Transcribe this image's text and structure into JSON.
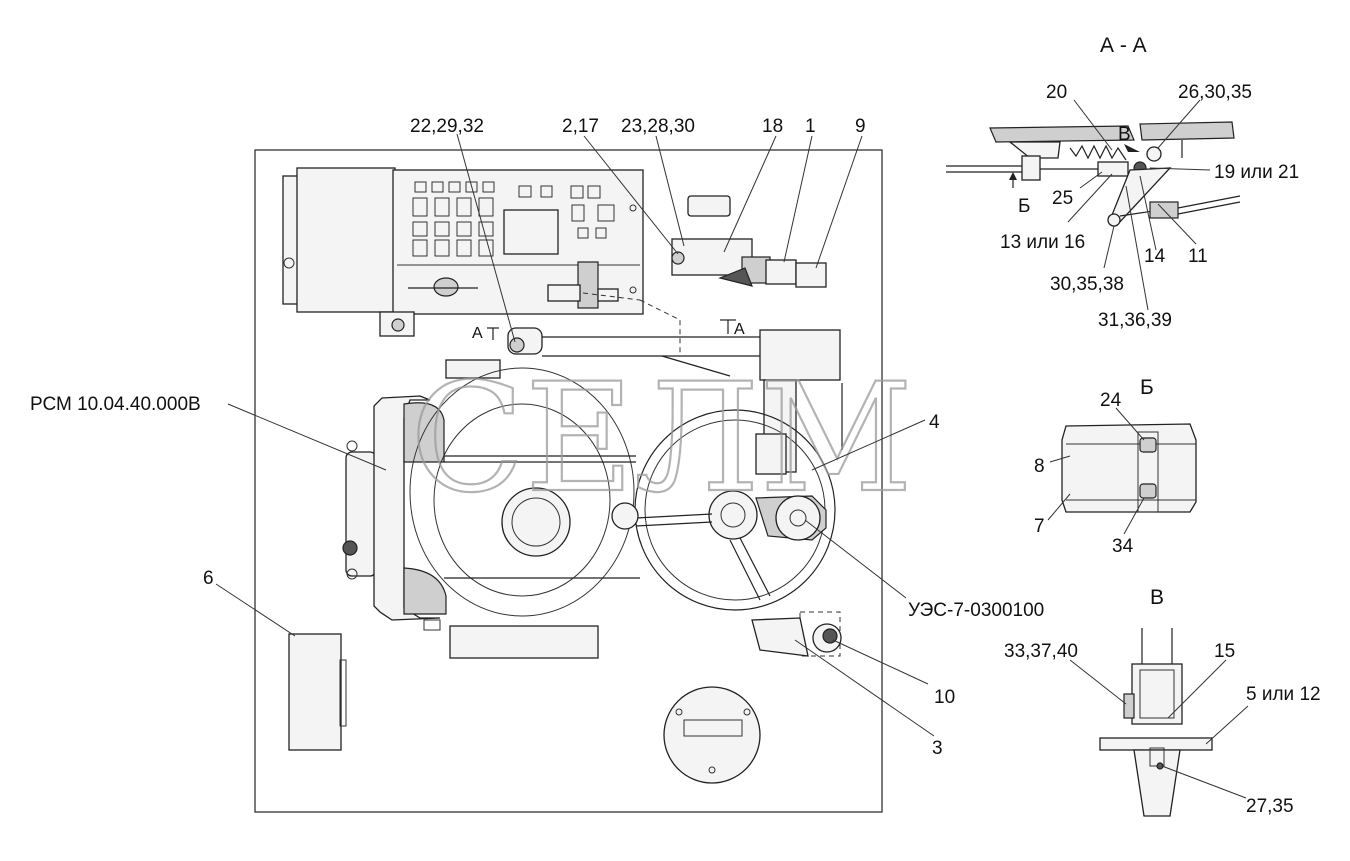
{
  "labels": {
    "l_22_29_32": "22,29,32",
    "l_2_17": "2,17",
    "l_23_28_30": "23,28,30",
    "l_18": "18",
    "l_1": "1",
    "l_9": "9",
    "l_rsm": "РСМ 10.04.40.000В",
    "l_4": "4",
    "l_6": "6",
    "l_ues": "УЭС-7-0300100",
    "l_10": "10",
    "l_3": "3",
    "l_aa_left": "А",
    "l_aa_right": "А"
  },
  "view_aa": {
    "title": "А - А",
    "l_20": "20",
    "l_26_30_35": "26,30,35",
    "l_v": "В",
    "l_19_21": "19 или 21",
    "l_b": "Б",
    "l_25": "25",
    "l_13_16": "13 или 16",
    "l_14": "14",
    "l_11": "11",
    "l_30_35_38": "30,35,38",
    "l_31_36_39": "31,36,39"
  },
  "view_b": {
    "title": "Б",
    "l_24": "24",
    "l_8": "8",
    "l_7": "7",
    "l_34": "34"
  },
  "view_v": {
    "title": "В",
    "l_33_37_40": "33,37,40",
    "l_15": "15",
    "l_5_12": "5 или 12",
    "l_27_35": "27,35"
  },
  "watermark": "СЕЛМ"
}
